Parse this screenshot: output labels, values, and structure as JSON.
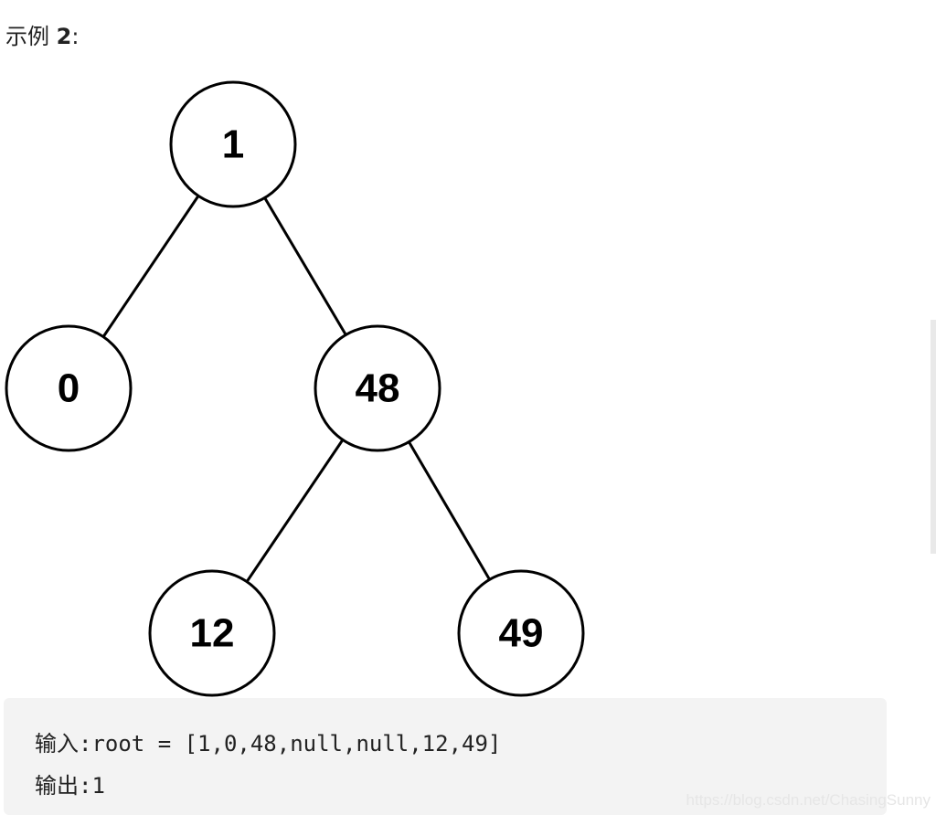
{
  "heading": {
    "label": "示例 ",
    "number": "2",
    "colon": ":"
  },
  "tree": {
    "nodes": [
      {
        "id": "n1",
        "value": "1"
      },
      {
        "id": "n0",
        "value": "0"
      },
      {
        "id": "n48",
        "value": "48"
      },
      {
        "id": "n12",
        "value": "12"
      },
      {
        "id": "n49",
        "value": "49"
      }
    ],
    "edges": [
      [
        "n1",
        "n0"
      ],
      [
        "n1",
        "n48"
      ],
      [
        "n48",
        "n12"
      ],
      [
        "n48",
        "n49"
      ]
    ]
  },
  "example": {
    "input_label": "输入:",
    "input_value": "root = [1,0,48,null,null,12,49]",
    "output_label": "输出:",
    "output_value": "1"
  },
  "watermark": "https://blog.csdn.net/ChasingSunny"
}
